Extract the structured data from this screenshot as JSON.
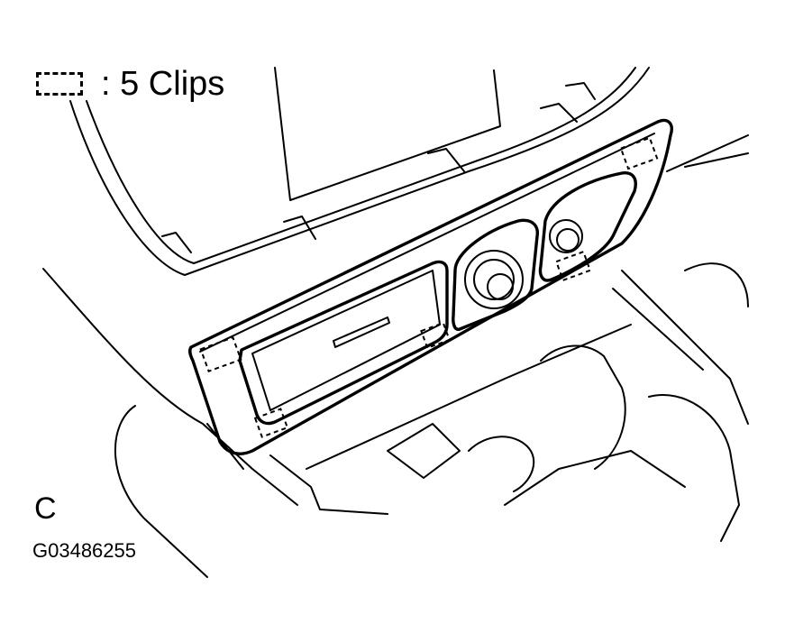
{
  "legend": {
    "symbol_icon": "dashed-clip-box-icon",
    "label": ": 5 Clips"
  },
  "view_letter": "C",
  "figure_id": "G03486255",
  "colors": {
    "ink": "#000000",
    "background": "#ffffff"
  }
}
